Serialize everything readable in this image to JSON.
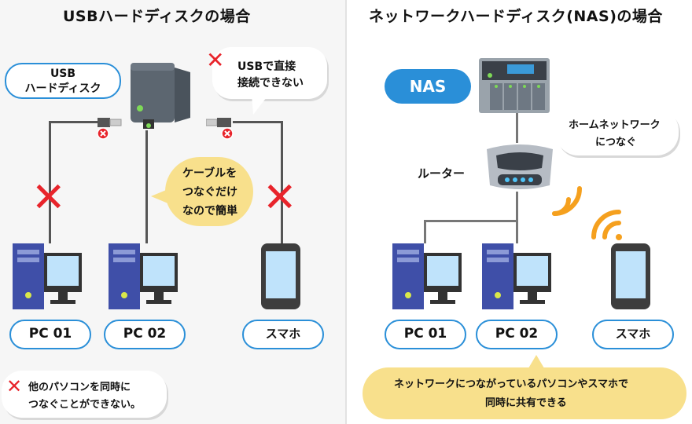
{
  "left": {
    "title": "USBハードディスクの場合",
    "hdd_label_line1": "USB",
    "hdd_label_line2": "ハードディスク",
    "note_line1": "USBで直接",
    "note_line2": "接続できない",
    "cable_line1": "ケーブルを",
    "cable_line2": "つなぐだけ",
    "cable_line3": "なので簡単",
    "pc1": "PC 01",
    "pc2": "PC 02",
    "phone": "スマホ",
    "warning_line1": "他のパソコンを同時に",
    "warning_line2": "つなぐことができない。"
  },
  "right": {
    "title": "ネットワークハードディスク(NAS)の場合",
    "nas": "NAS",
    "home_line1": "ホームネットワーク",
    "home_line2": "につなぐ",
    "router": "ルーター",
    "pc1": "PC 01",
    "pc2": "PC 02",
    "phone": "スマホ",
    "share_line1": "ネットワークにつながっているパソコンやスマホで",
    "share_line2": "同時に共有できる"
  },
  "colors": {
    "blue": "#2a8fd8",
    "red": "#e8242b",
    "yellow": "#f8e08c",
    "orange": "#f5a01e"
  }
}
